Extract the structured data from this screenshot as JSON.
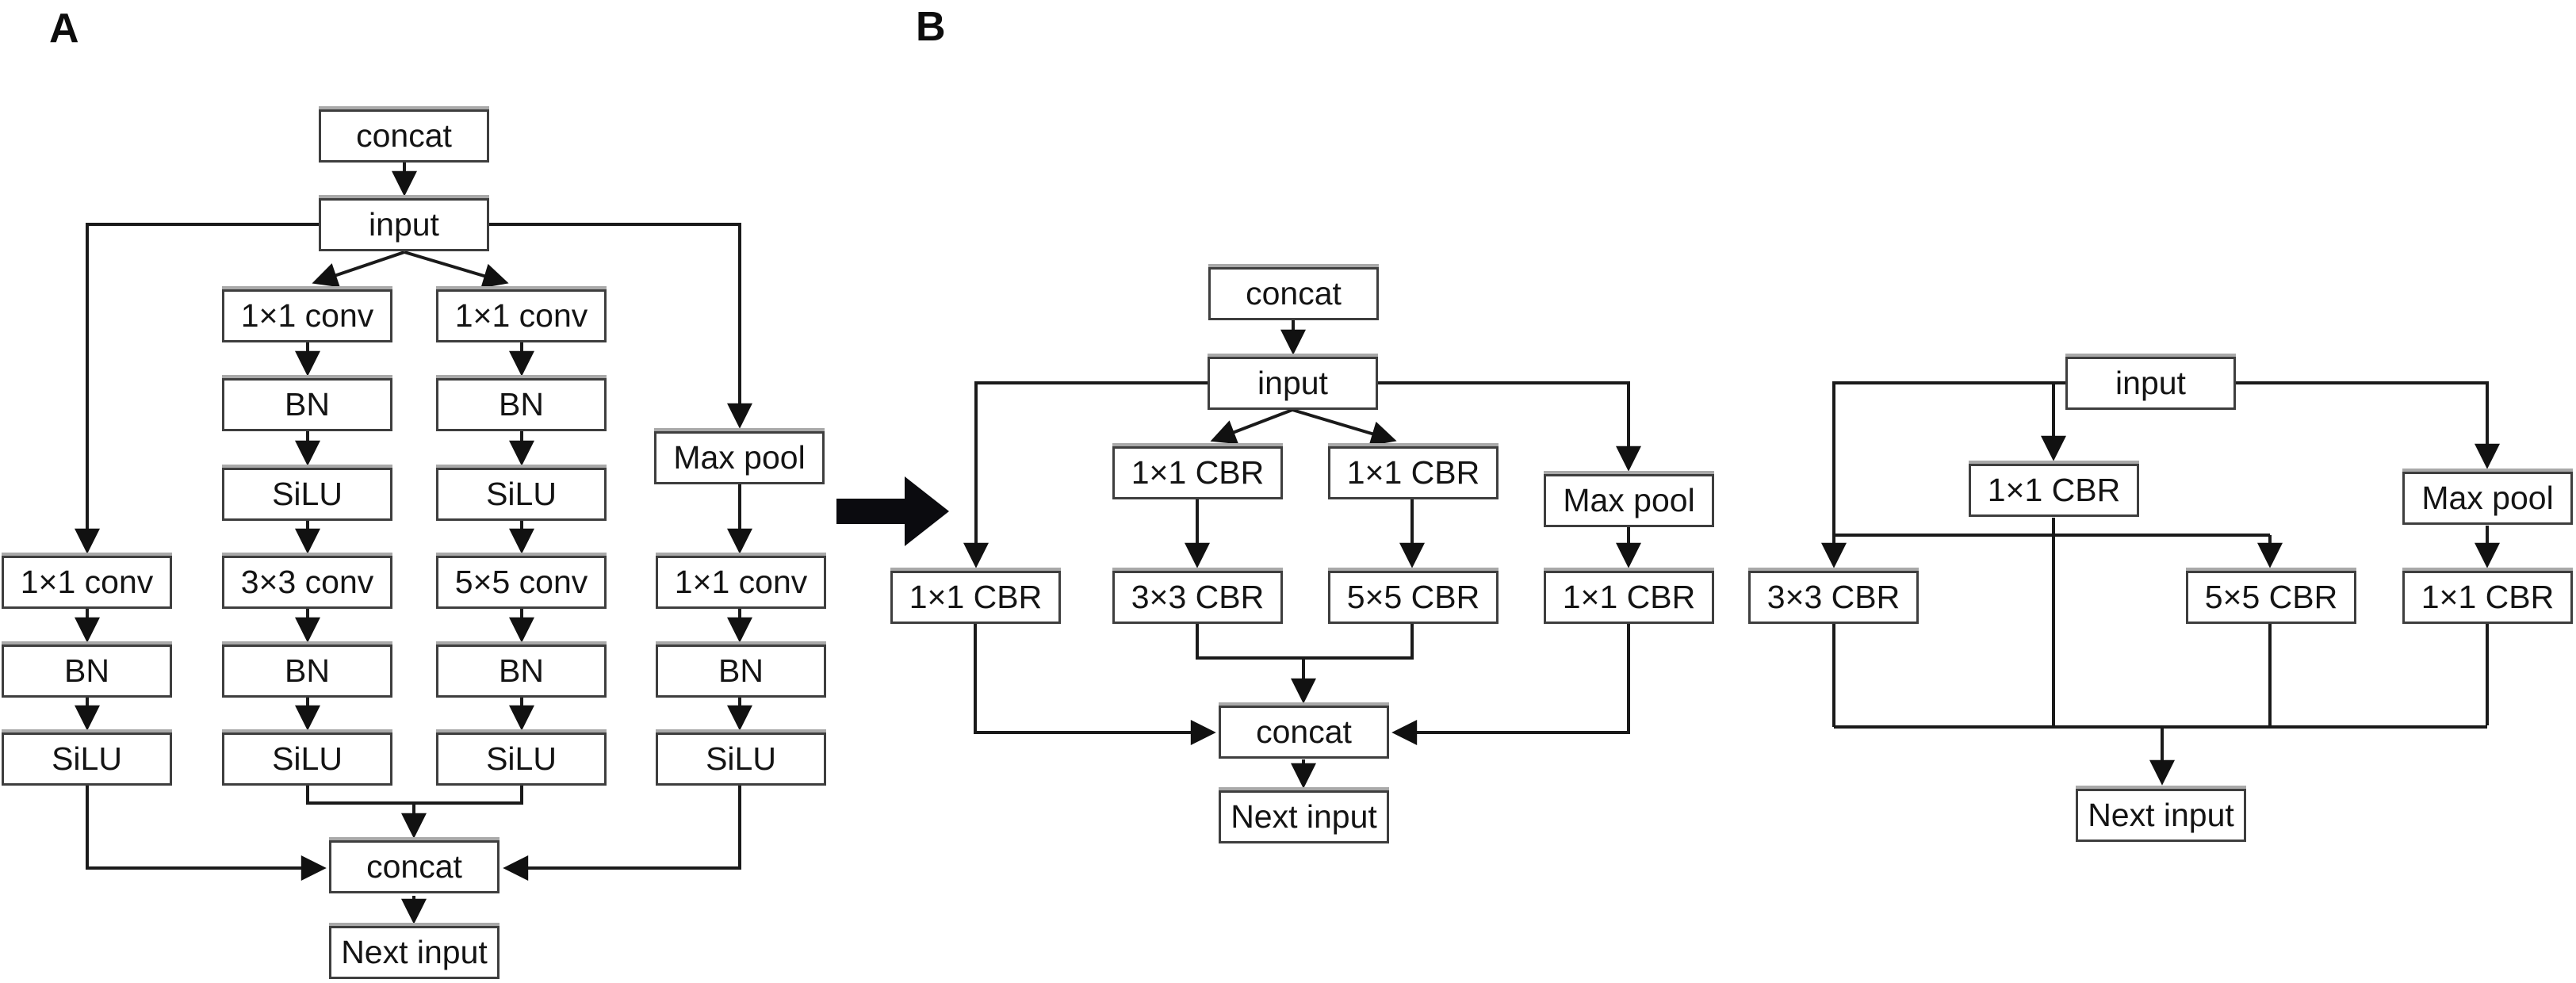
{
  "figure": {
    "description": "Flow diagram of an inception-style convolution block: panel A (expanded conv/BN/SiLU branches) simplified into panel B (CBR blocks, two variants)",
    "colors": {
      "line": "#1a1a1a",
      "box_border": "#3e3e3e",
      "box_background": "#ffffff",
      "text": "#141414",
      "big_arrow": "#0b0b0f"
    }
  },
  "panels": {
    "a": {
      "label": "A",
      "nodes": {
        "concat_top": "concat",
        "input": "input",
        "c1_conv1": "1×1 conv",
        "c2_conv1": "1×1 conv",
        "c1_bn1": "BN",
        "c2_bn1": "BN",
        "max_pool": "Max pool",
        "c1_silu1": "SiLU",
        "c2_silu1": "SiLU",
        "c0_conv": "1×1 conv",
        "c1_conv2": "3×3 conv",
        "c2_conv2": "5×5 conv",
        "c3_conv": "1×1 conv",
        "c0_bn": "BN",
        "c1_bn2": "BN",
        "c2_bn2": "BN",
        "c3_bn": "BN",
        "c0_silu": "SiLU",
        "c1_silu2": "SiLU",
        "c2_silu2": "SiLU",
        "c3_silu": "SiLU",
        "concat_bottom": "concat",
        "next_input": "Next input"
      }
    },
    "b_left": {
      "label": "B",
      "nodes": {
        "concat_top": "concat",
        "input": "input",
        "left_cbr": "1×1 CBR",
        "mid_left_cbr": "1×1 CBR",
        "mid_right_cbr": "1×1 CBR",
        "max_pool": "Max pool",
        "cbr_3x3": "3×3 CBR",
        "cbr_5x5": "5×5 CBR",
        "right_cbr": "1×1 CBR",
        "concat_bottom": "concat",
        "next_input": "Next input"
      }
    },
    "b_right": {
      "nodes": {
        "input": "input",
        "cbr_1x1": "1×1 CBR",
        "max_pool": "Max pool",
        "cbr_3x3": "3×3 CBR",
        "cbr_5x5": "5×5 CBR",
        "right_cbr": "1×1 CBR",
        "next_input": "Next input"
      }
    }
  }
}
